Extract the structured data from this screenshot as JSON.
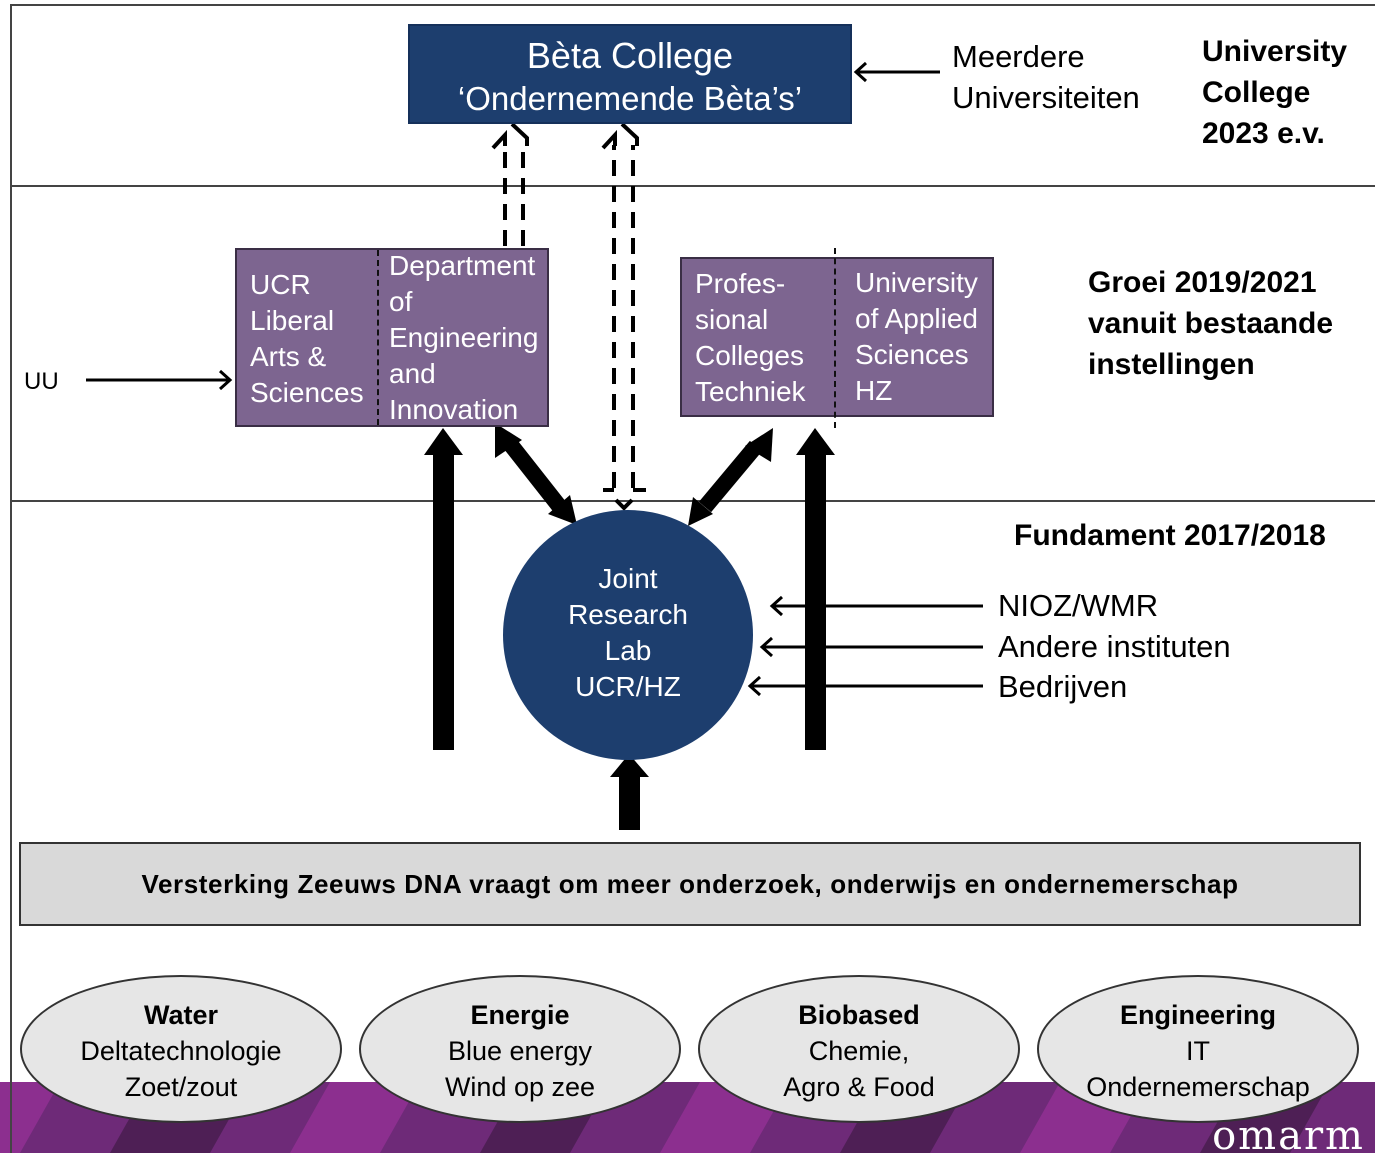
{
  "top_box": {
    "title": "Bèta College",
    "subtitle": "‘Ondernemende Bèta’s’"
  },
  "top_source": {
    "line1": "Meerdere",
    "line2": "Universiteiten"
  },
  "top_phase": {
    "line1": "University",
    "line2": "College",
    "line3": "2023 e.v."
  },
  "middle_phase": {
    "line1": "Groei 2019/2021",
    "line2": "vanuit bestaande",
    "line3": "instellingen"
  },
  "left_input": "UU",
  "ucr_box": {
    "left_lines": [
      "UCR",
      "Liberal",
      "Arts &",
      "Sciences"
    ],
    "right_lines": [
      "Department",
      "of",
      "Engineering",
      "and",
      "Innovation"
    ]
  },
  "hz_box": {
    "left_lines": [
      "Profes-",
      "sional",
      "Colleges",
      "Techniek"
    ],
    "right_lines": [
      "University",
      "of Applied",
      "Sciences",
      "HZ"
    ]
  },
  "bottom_phase": "Fundament 2017/2018",
  "lab": {
    "lines": [
      "Joint",
      "Research",
      "Lab",
      "UCR/HZ"
    ]
  },
  "lab_inputs": [
    "NIOZ/WMR",
    "Andere instituten",
    "Bedrijven"
  ],
  "banner": "Versterking Zeeuws DNA vraagt om meer onderzoek, onderwijs en ondernemerschap",
  "themes": [
    {
      "title": "Water",
      "lines": [
        "Deltatechnologie",
        "Zoet/zout"
      ]
    },
    {
      "title": "Energie",
      "lines": [
        "Blue energy",
        "Wind op zee"
      ]
    },
    {
      "title": "Biobased",
      "lines": [
        "Chemie,",
        "Agro & Food"
      ]
    },
    {
      "title": "Engineering",
      "lines": [
        "IT",
        "Ondernemerschap"
      ]
    }
  ],
  "footer_brand": "omarm",
  "colors": {
    "navy": "#1d3e6e",
    "purple": "#7d6590",
    "footer_purple": "#6e2a78",
    "banner_gray": "#d9d9d9"
  }
}
